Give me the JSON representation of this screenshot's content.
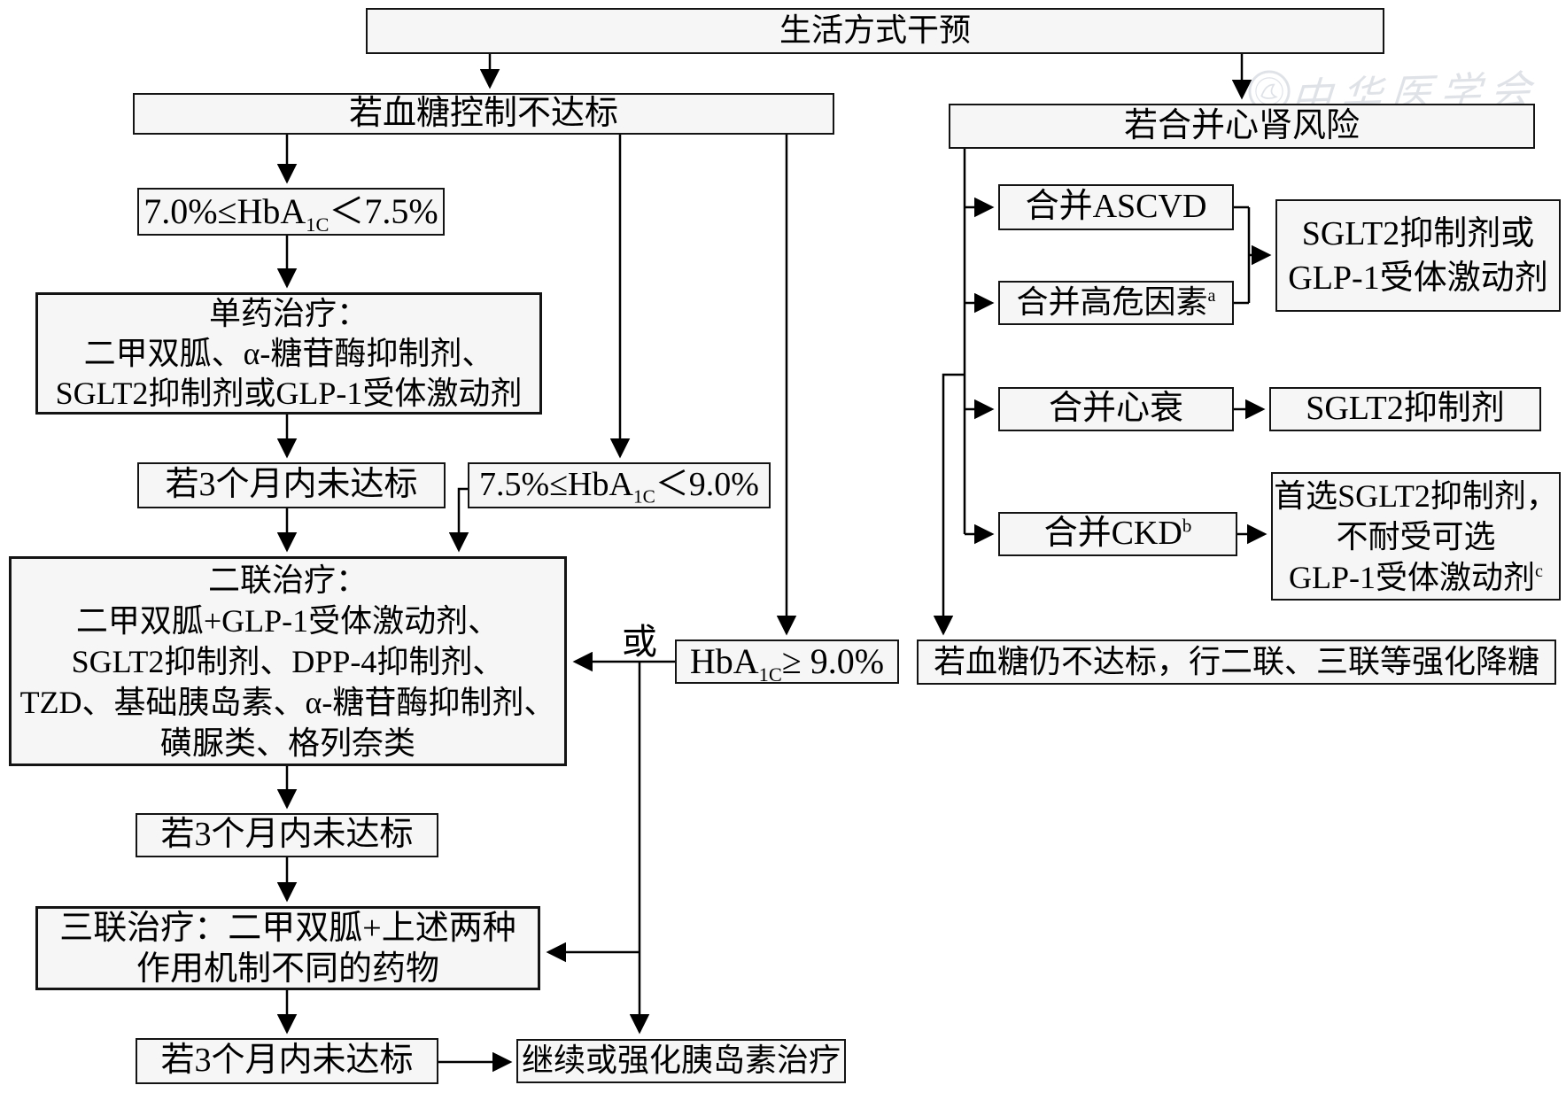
{
  "figure": {
    "background": "#ffffff",
    "line_color": "#000000",
    "box_fill": "#f6f6f7",
    "box_border": "#141414"
  },
  "watermark": {
    "emblem_icon": "medical-association-emblem-icon",
    "text": "中华医学会"
  },
  "nodes": {
    "lifestyle": {
      "label": "生活方式干预"
    },
    "glucose_branch": {
      "label": "若血糖控制不达标"
    },
    "cardiorenal_branch": {
      "label": "若合并心肾风险"
    },
    "hba1c_low": {
      "pre": "7.0%≤HbA",
      "sub": "1C",
      "post": "＜7.5%"
    },
    "monotherapy": {
      "label": "单药治疗：\n二甲双胍、α-糖苷酶抑制剂、\nSGLT2抑制剂或GLP-1受体激动剂"
    },
    "observe1": {
      "label": "若3个月内未达标"
    },
    "hba1c_mid": {
      "pre": "7.5%≤HbA",
      "sub": "1C",
      "post": "＜9.0%"
    },
    "dual_therapy": {
      "label": "二联治疗：\n二甲双胍+GLP-1受体激动剂、\nSGLT2抑制剂、DPP-4抑制剂、\nTZD、基础胰岛素、α-糖苷酶抑制剂、\n磺脲类、格列奈类"
    },
    "or_label": {
      "label": "或"
    },
    "hba1c_high": {
      "pre": "HbA",
      "sub": "1C",
      "post": "≥ 9.0%"
    },
    "observe2": {
      "label": "若3个月内未达标"
    },
    "triple_therapy": {
      "label": "三联治疗：二甲双胍+上述两种\n作用机制不同的药物"
    },
    "observe3": {
      "label": "若3个月内未达标"
    },
    "insulin": {
      "label": "继续或强化胰岛素治疗"
    },
    "ascvd": {
      "label": "合并ASCVD"
    },
    "high_risk": {
      "label": "合并高危因素",
      "sup": "a"
    },
    "ascvd_drugs": {
      "label": "SGLT2抑制剂或\nGLP-1受体激动剂"
    },
    "heart_failure": {
      "label": "合并心衰"
    },
    "hf_drug": {
      "label": "SGLT2抑制剂"
    },
    "ckd": {
      "label": "合并CKD",
      "sup": "b"
    },
    "ckd_drugs": {
      "line1": "首选SGLT2抑制剂，",
      "line2": "不耐受可选",
      "line3": "GLP-1受体激动剂",
      "line3_sup": "c"
    },
    "intensify": {
      "label": "若血糖仍不达标，行二联、三联等强化降糖"
    }
  }
}
